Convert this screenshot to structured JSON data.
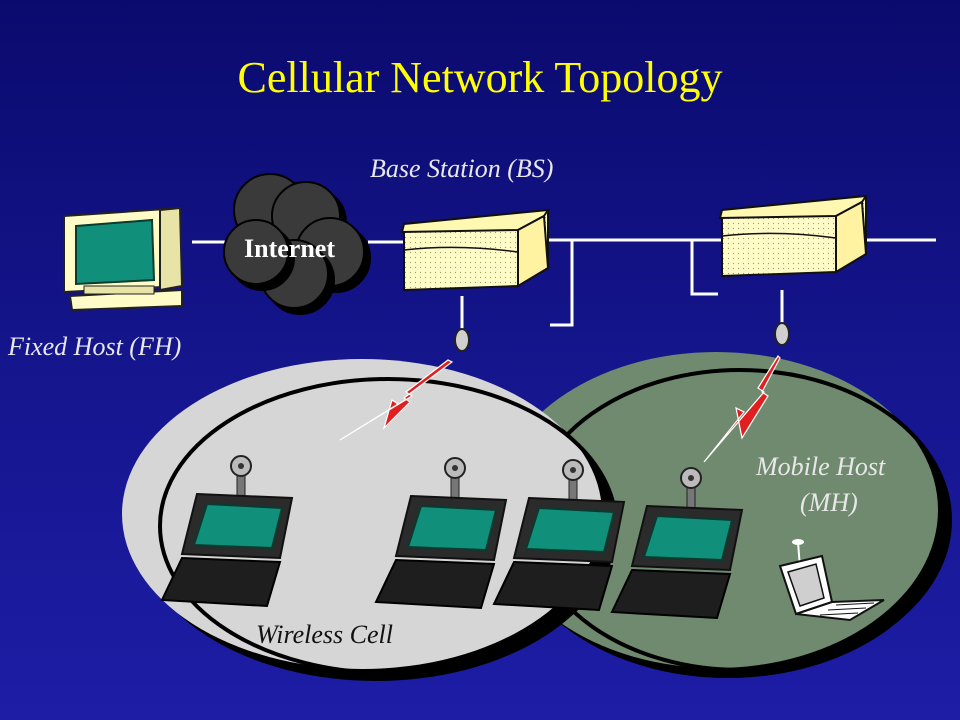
{
  "title": "Cellular Network Topology",
  "labels": {
    "base_station": "Base Station (BS)",
    "internet": "Internet",
    "fixed_host": "Fixed Host (FH)",
    "mobile_host": "Mobile Host",
    "mobile_host_abbr": "(MH)",
    "wireless_cell": "Wireless Cell"
  },
  "colors": {
    "title": "#ffff00",
    "background": "#14148a",
    "cell_left": "#d6d6d6",
    "cell_right": "#6f8a6f",
    "lightning": "#e02020",
    "device_body": "#fffcc8",
    "screen": "#10907a",
    "cloud": "#3a3a3a"
  },
  "icons": [
    "monitor-icon",
    "cloud-icon",
    "base-station-icon",
    "antenna-icon",
    "lightning-icon",
    "laptop-icon"
  ]
}
